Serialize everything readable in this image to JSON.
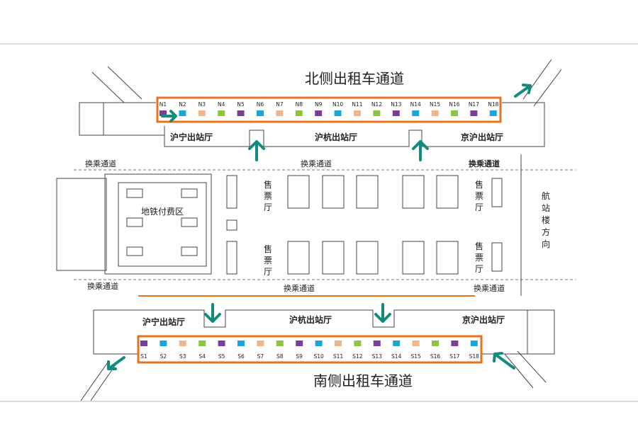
{
  "north_title": "北侧出租车通道",
  "south_title": "南侧出租车通道",
  "halls_north": [
    "沪宁出站厅",
    "沪杭出站厅",
    "京沪出站厅"
  ],
  "halls_south": [
    "沪宁出站厅",
    "沪杭出站厅",
    "京沪出站厅"
  ],
  "transfer_labels_top": [
    "换乘通道",
    "换乘通道",
    "换乘通道"
  ],
  "transfer_labels_bottom": [
    "换乘通道",
    "换乘通道",
    "换乘通道"
  ],
  "metro_area": "地铁付费区",
  "ticket_hall": [
    "售",
    "票",
    "厅"
  ],
  "terminal_direction": [
    "航",
    "站",
    "楼",
    "方",
    "向"
  ],
  "north_slots": [
    "N1",
    "N2",
    "N3",
    "N4",
    "N5",
    "N6",
    "N7",
    "N8",
    "N9",
    "N10",
    "N11",
    "N12",
    "N13",
    "N14",
    "N15",
    "N16",
    "N17",
    "N18"
  ],
  "south_slots": [
    "S1",
    "S2",
    "S3",
    "S4",
    "S5",
    "S6",
    "S7",
    "S8",
    "S9",
    "S10",
    "S11",
    "S12",
    "S13",
    "S14",
    "S15",
    "S16",
    "S17",
    "S18"
  ],
  "slot_colors": [
    "#7b3f99",
    "#1ba6d9",
    "#f2b58a",
    "#8cc63f"
  ],
  "colors": {
    "highlight": "#e8731f",
    "arrow": "#128a7e",
    "line": "#444444",
    "dash": "#777777"
  }
}
